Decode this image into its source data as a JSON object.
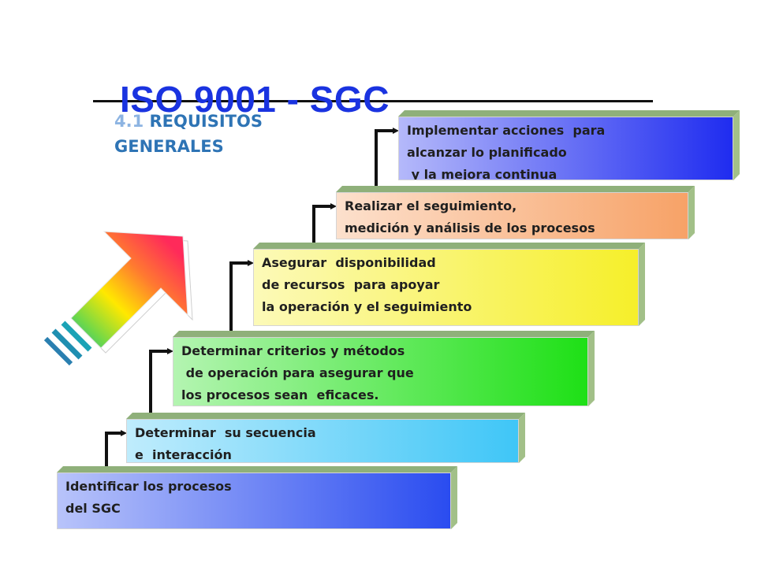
{
  "title": {
    "main": "ISO 9001 - SGC",
    "section_number": "4.1",
    "section_line1": "REQUISITOS",
    "section_line2": "GENERALES"
  },
  "steps": [
    {
      "text": "Identificar los procesos\ndel SGC",
      "color": "#2a4cf0"
    },
    {
      "text": "Determinar  su secuencia\ne  interacción",
      "color": "#3fc6f7"
    },
    {
      "text": "Determinar criterios y métodos\n de operación para asegurar que\nlos procesos sean  eficaces.",
      "color": "#1ee016"
    },
    {
      "text": "Asegurar  disponibilidad\nde recursos  para apoyar\nla operación y el seguimiento",
      "color": "#f6ef2a"
    },
    {
      "text": "Realizar el seguimiento,\nmedición y análisis de los procesos",
      "color": "#f7a267"
    },
    {
      "text": "Implementar acciones  para\nalcanzar lo planificado\n y la mejora continua",
      "color": "#1f2cf0"
    }
  ],
  "colors": {
    "title": "#1a33e0",
    "subtitle": "#2e74b5",
    "subtitle_number": "#8db4e2",
    "bevel_top": "#8fb07a",
    "bevel_side": "#a2c088",
    "connector": "#111111",
    "arrow_gradient": [
      "#ff2a5a",
      "#ff7a30",
      "#ffe800",
      "#6cd84a",
      "#1aa6b8"
    ]
  }
}
